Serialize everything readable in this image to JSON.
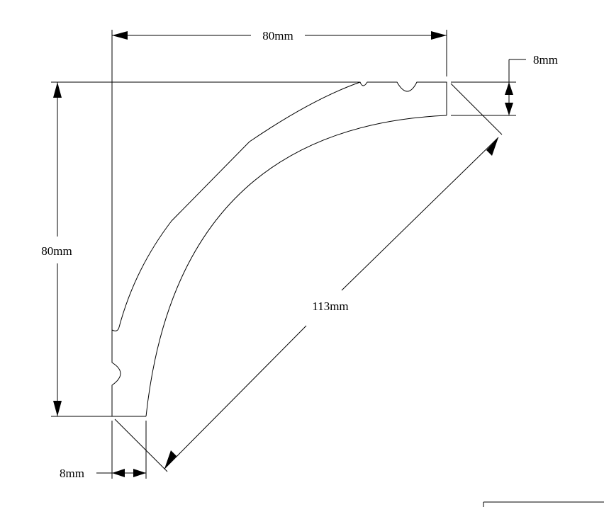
{
  "dimensions": {
    "width_top": "80mm",
    "height_left": "80mm",
    "thickness_right": "8mm",
    "thickness_bottom": "8mm",
    "diagonal": "113mm"
  }
}
